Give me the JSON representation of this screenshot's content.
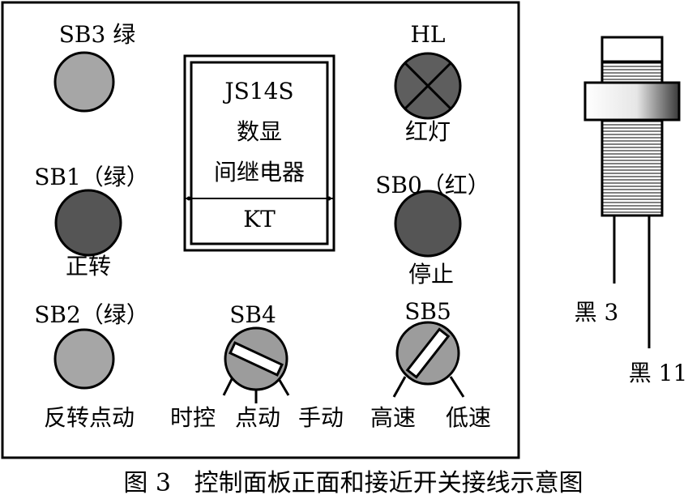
{
  "panel": {
    "sb3": {
      "label": "SB3 绿"
    },
    "sb1": {
      "label": "SB1（绿）",
      "sublabel": "正转"
    },
    "sb2": {
      "label": "SB2（绿）",
      "sublabel": "反转点动"
    },
    "relay": {
      "model": "JS14S",
      "line2": "数显",
      "line3": "间继电器",
      "code": "KT"
    },
    "hl": {
      "label": "HL",
      "sublabel": "红灯"
    },
    "sb0": {
      "label": "SB0（红）",
      "sublabel": "停止"
    },
    "sb4": {
      "label": "SB4",
      "left": "时控",
      "right_a": "点动",
      "right_b": "手动"
    },
    "sb5": {
      "label": "SB5",
      "left": "高速",
      "right": "低速"
    }
  },
  "sensor": {
    "wire_left": "黑 3",
    "wire_right": "黑 11"
  },
  "caption": "图 3   控制面板正面和接近开关接线示意图",
  "colors": {
    "green_button": "#a6a6a6",
    "dark_button": "#555555",
    "indicator": "#5e5e5e",
    "selector": "#9c9c9c"
  }
}
